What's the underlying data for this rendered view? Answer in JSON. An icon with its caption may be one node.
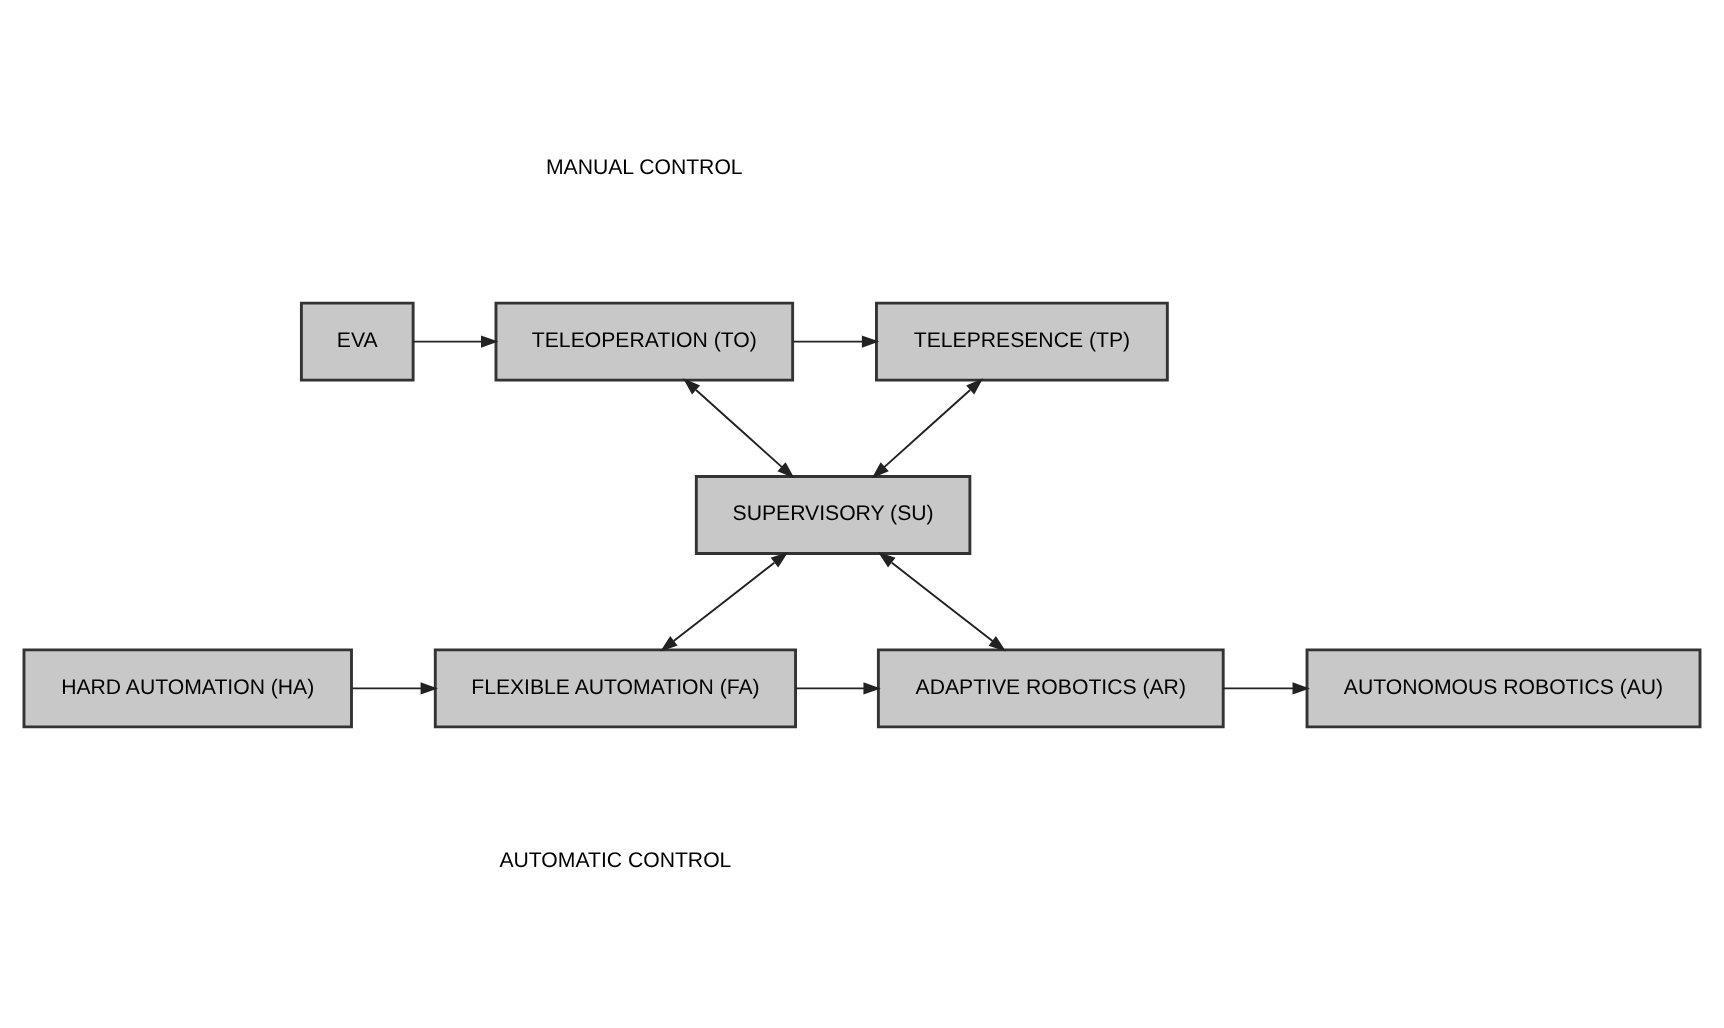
{
  "diagram": {
    "nodes": [
      {
        "text": [
          "EVA"
        ]
      },
      {
        "text": [
          "TELEOPERATION (TO)"
        ]
      },
      {
        "text": [
          "TELEPRESENCE (TP)"
        ]
      },
      {
        "text": [
          "SUPERVISORY (SU)"
        ]
      },
      {
        "text": [
          "HARD AUTOMATION (HA)"
        ]
      },
      {
        "text": [
          "FLEXIBLE AUTOMATION (FA)"
        ]
      },
      {
        "text": [
          "ADAPTIVE ROBOTICS (AR)"
        ]
      },
      {
        "text": [
          "AUTONOMOUS ROBOTICS (AU)"
        ]
      }
    ],
    "edges": [
      {
        "from": 0,
        "to": 1,
        "arrow": "to"
      },
      {
        "from": 1,
        "to": 2,
        "arrow": "to"
      },
      {
        "from": 1,
        "to": 3,
        "arrow": "both"
      },
      {
        "from": 2,
        "to": 3,
        "arrow": "both"
      },
      {
        "from": 3,
        "to": 5,
        "arrow": "both"
      },
      {
        "from": 3,
        "to": 6,
        "arrow": "both"
      },
      {
        "from": 4,
        "to": 5,
        "arrow": "to"
      },
      {
        "from": 5,
        "to": 6,
        "arrow": "to"
      },
      {
        "from": 6,
        "to": 7,
        "arrow": "to"
      }
    ],
    "labels": [
      "MANUAL CONTROL",
      "AUTOMATIC CONTROL"
    ]
  }
}
